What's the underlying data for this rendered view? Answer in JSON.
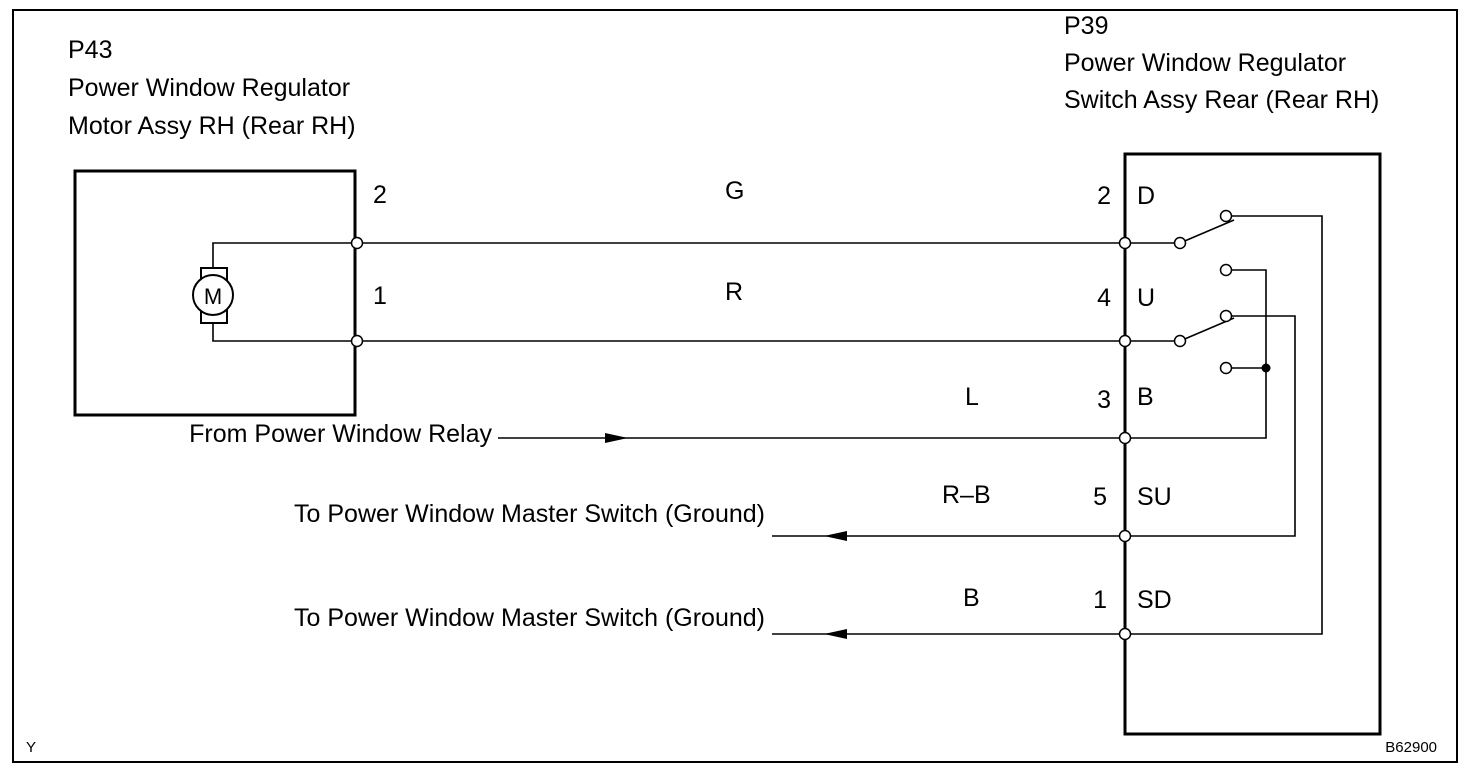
{
  "motor": {
    "code": "P43",
    "name_line1": "Power Window Regulator",
    "name_line2": "Motor Assy RH (Rear RH)",
    "symbol": "M",
    "pin_top": "2",
    "pin_bottom": "1"
  },
  "switch": {
    "code": "P39",
    "name_line1": "Power Window Regulator",
    "name_line2": "Switch Assy Rear (Rear RH)"
  },
  "wires": [
    {
      "color": "G",
      "pin": "2",
      "terminal": "D"
    },
    {
      "color": "R",
      "pin": "4",
      "terminal": "U"
    },
    {
      "color": "L",
      "pin": "3",
      "terminal": "B",
      "label": "From Power Window Relay"
    },
    {
      "color": "R–B",
      "pin": "5",
      "terminal": "SU",
      "label": "To Power Window Master Switch (Ground)"
    },
    {
      "color": "B",
      "pin": "1",
      "terminal": "SD",
      "label": "To Power Window Master Switch (Ground)"
    }
  ],
  "corner_left": "Y",
  "figure_id": "B62900"
}
